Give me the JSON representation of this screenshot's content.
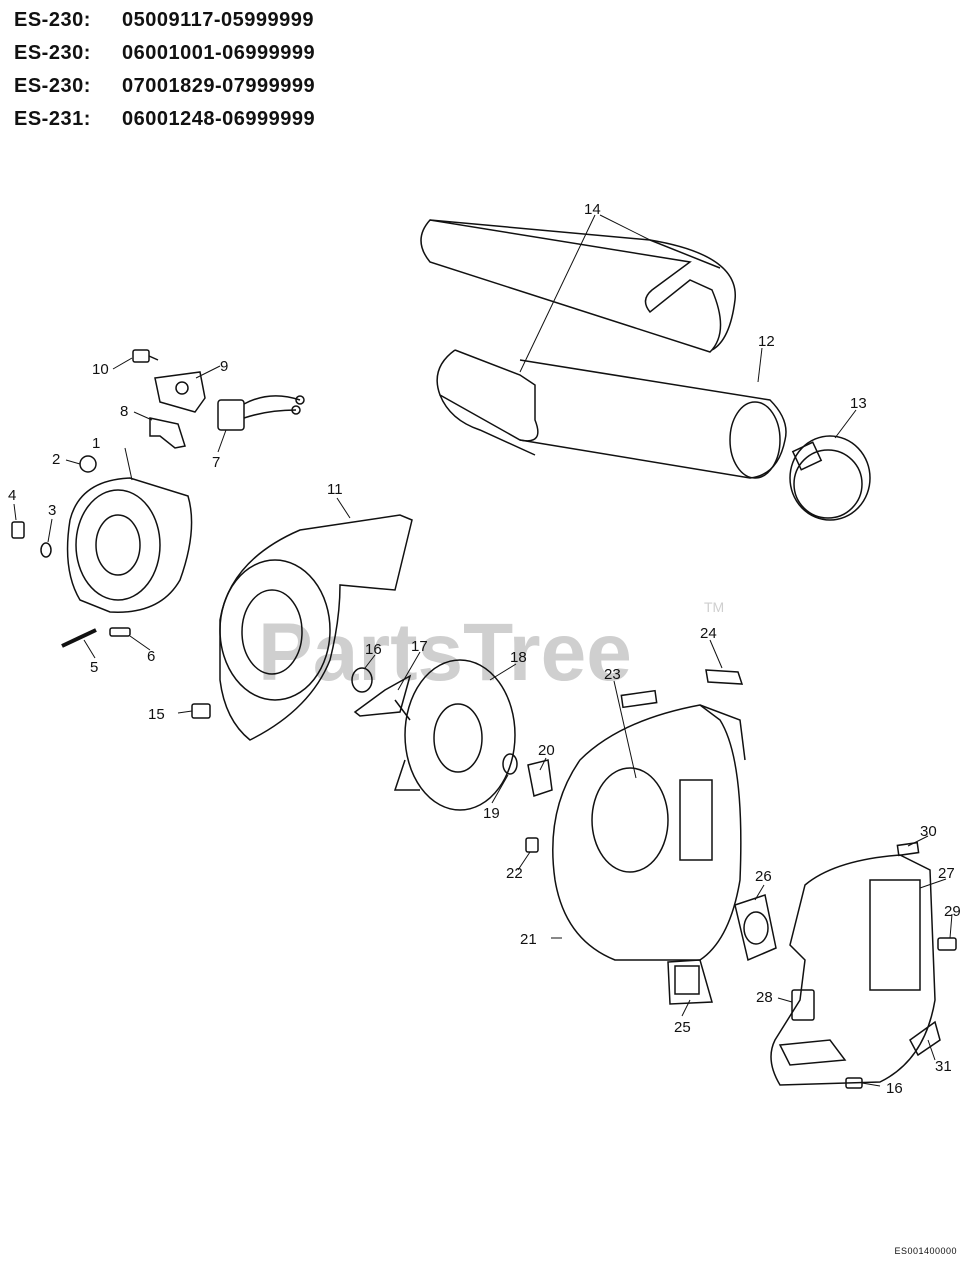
{
  "models": [
    {
      "model": "ES-230:",
      "serial": "05009117-05999999"
    },
    {
      "model": "ES-230:",
      "serial": "06001001-06999999"
    },
    {
      "model": "ES-230:",
      "serial": "07001829-07999999"
    },
    {
      "model": "ES-231:",
      "serial": "06001248-06999999"
    }
  ],
  "watermark": {
    "text": "PartsTree",
    "tm": "TM"
  },
  "diagram_ref": "ES001400000",
  "callouts": {
    "c1": "1",
    "c2": "2",
    "c3": "3",
    "c4": "4",
    "c5": "5",
    "c6": "6",
    "c7": "7",
    "c8": "8",
    "c9": "9",
    "c10": "10",
    "c11": "11",
    "c12": "12",
    "c13": "13",
    "c14": "14",
    "c15": "15",
    "c16a": "16",
    "c16b": "16",
    "c17": "17",
    "c18": "18",
    "c19": "19",
    "c20": "20",
    "c21": "21",
    "c22": "22",
    "c23": "23",
    "c24": "24",
    "c25": "25",
    "c26": "26",
    "c27": "27",
    "c28": "28",
    "c29": "29",
    "c30": "30",
    "c31": "31"
  }
}
